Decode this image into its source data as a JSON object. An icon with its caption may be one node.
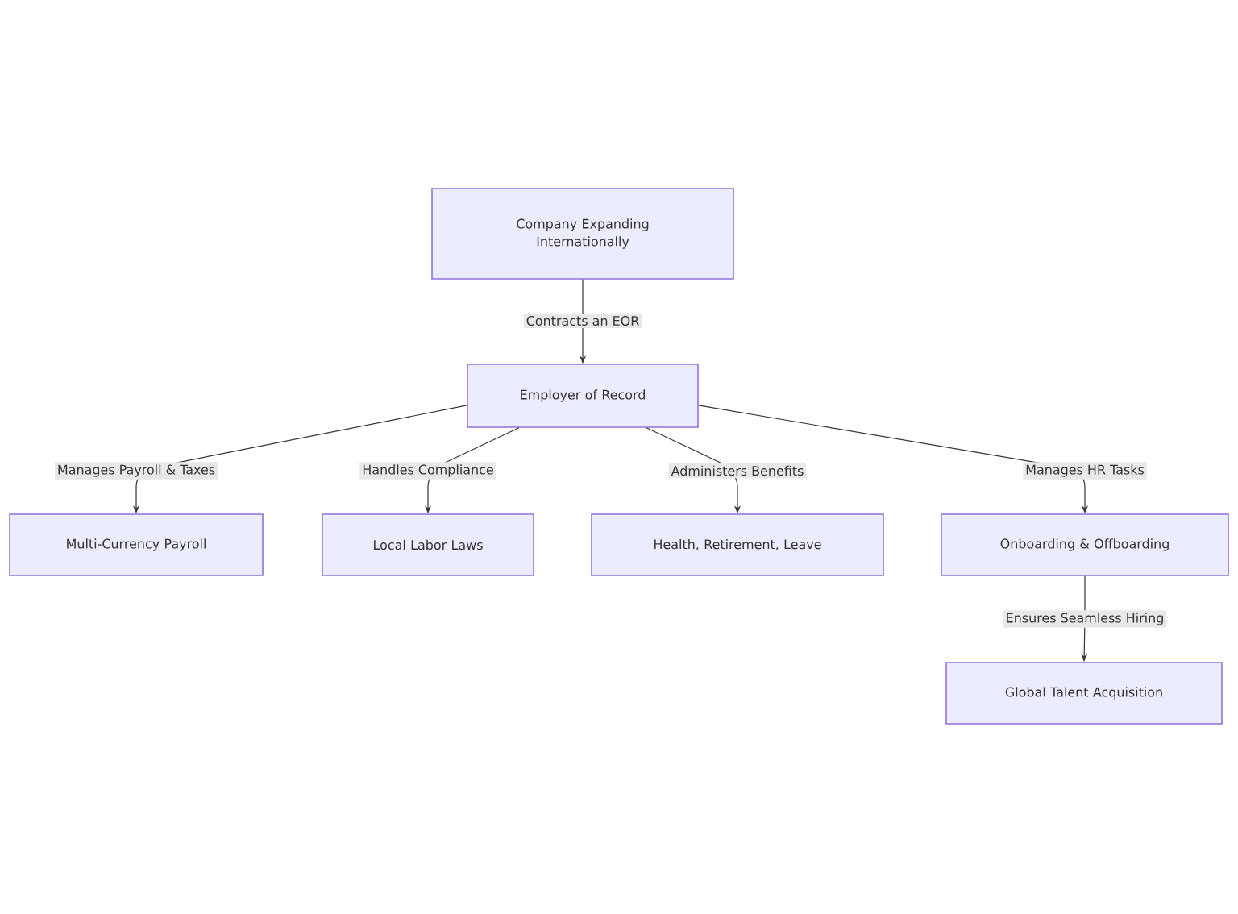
{
  "diagram": {
    "nodes": [
      {
        "text": [
          "Company Expanding Internationally"
        ]
      },
      {
        "text": [
          "Employer of Record"
        ]
      },
      {
        "text": [
          "Multi-Currency Payroll"
        ]
      },
      {
        "text": [
          "Local Labor Laws"
        ]
      },
      {
        "text": [
          "Health, Retirement, Leave"
        ]
      },
      {
        "text": [
          "Onboarding & Offboarding"
        ]
      },
      {
        "text": [
          "Global Talent Acquisition"
        ]
      }
    ],
    "edges": [
      {
        "from": 0,
        "to": 1,
        "arrow": "to",
        "label": "Contracts an EOR"
      },
      {
        "from": 1,
        "to": 2,
        "arrow": "to",
        "label": "Manages Payroll & Taxes"
      },
      {
        "from": 1,
        "to": 3,
        "arrow": "to",
        "label": "Handles Compliance"
      },
      {
        "from": 1,
        "to": 4,
        "arrow": "to",
        "label": "Administers Benefits"
      },
      {
        "from": 1,
        "to": 5,
        "arrow": "to",
        "label": "Manages HR Tasks"
      },
      {
        "from": 5,
        "to": 6,
        "arrow": "to",
        "label": "Ensures Seamless Hiring"
      }
    ]
  }
}
